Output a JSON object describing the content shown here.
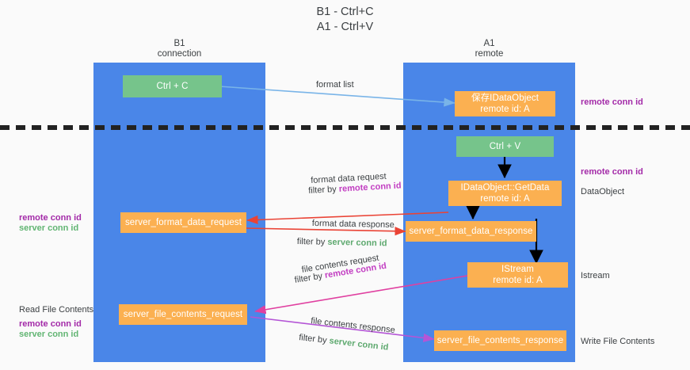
{
  "diagram": {
    "title": "B1 - Ctrl+C\nA1 - Ctrl+V",
    "colors": {
      "lane": "#4a86e8",
      "green_node": "#76c48b",
      "orange_node": "#fbb051",
      "purple_text": "#a32aa8",
      "green_text": "#62b573",
      "divider": "#222222",
      "format_list_arrow": "#79b4e8",
      "format_data_arrow": "#ea4335",
      "file_contents_arrow": "#e040a0",
      "black_arrow": "#000000",
      "background": "#fafafa"
    },
    "lanes": [
      {
        "id": "b1",
        "title": "B1\nconnection"
      },
      {
        "id": "a1",
        "title": "A1\nremote"
      }
    ],
    "nodes": [
      {
        "id": "ctrl-c",
        "kind": "green",
        "line1": "Ctrl + C",
        "line2": ""
      },
      {
        "id": "idataobject-remote",
        "kind": "orange",
        "line1": "保存IDataObject",
        "line2": "remote id: A"
      },
      {
        "id": "ctrl-v",
        "kind": "green",
        "line1": "Ctrl + V",
        "line2": ""
      },
      {
        "id": "idataobject-getdata",
        "kind": "orange",
        "line1": "IDataObject::GetData",
        "line2": "remote id: A"
      },
      {
        "id": "server-format-data-request",
        "kind": "orange",
        "line1": "server_format_data_request",
        "line2": ""
      },
      {
        "id": "server-format-data-response",
        "kind": "orange",
        "line1": "server_format_data_response",
        "line2": ""
      },
      {
        "id": "istream",
        "kind": "orange",
        "line1": "IStream",
        "line2": "remote id: A"
      },
      {
        "id": "server-file-contents-request",
        "kind": "orange",
        "line1": "server_file_contents_request",
        "line2": ""
      },
      {
        "id": "server-file-contents-response",
        "kind": "orange",
        "line1": "server_file_contents_response",
        "line2": ""
      }
    ],
    "edge_labels": {
      "format_list": "format list",
      "format_data_request": "format data request",
      "format_data_request_filter_prefix": "filter by ",
      "format_data_request_filter_key": "remote conn id",
      "format_data_response": "format data response",
      "format_data_response_filter_prefix": "filter by ",
      "format_data_response_filter_key": "server conn id",
      "file_contents_request": "file contents request",
      "file_contents_request_filter_prefix": "filter by ",
      "file_contents_request_filter_key": "remote conn id",
      "file_contents_response": "file contents response",
      "file_contents_response_filter_prefix": "filter by ",
      "file_contents_response_filter_key": "server conn id"
    },
    "right_notes": [
      {
        "id": "remote-conn-id-top",
        "text": "remote conn id",
        "style": "purple"
      },
      {
        "id": "remote-conn-id-mid",
        "text": "remote conn id",
        "style": "purple"
      },
      {
        "id": "dataobject",
        "text": "DataObject",
        "style": "plain"
      },
      {
        "id": "istream-note",
        "text": "Istream",
        "style": "plain"
      },
      {
        "id": "write-file-contents",
        "text": "Write File Contents",
        "style": "plain"
      }
    ],
    "left_notes": {
      "mid": {
        "remote": "remote conn id",
        "server": "server conn id"
      },
      "bottom_title": "Read File Contents",
      "bottom": {
        "remote": "remote conn id",
        "server": "server conn id"
      }
    }
  }
}
